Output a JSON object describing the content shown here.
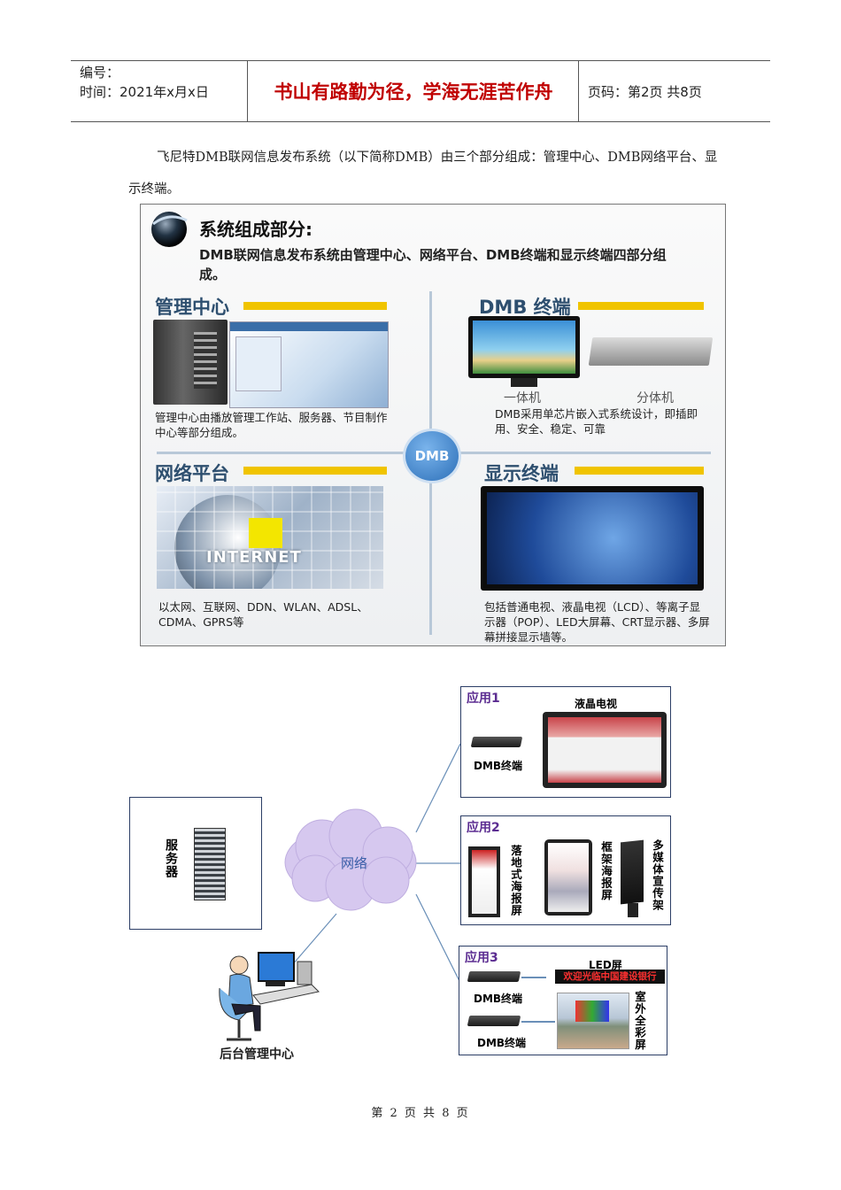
{
  "header": {
    "number_label": "编号：",
    "time_label": "时间：2021年x月x日",
    "motto": "书山有路勤为径，学海无涯苦作舟",
    "page_info": "页码：第2页  共8页"
  },
  "intro": "飞尼特DMB联网信息发布系统（以下简称DMB）由三个部分组成：管理中心、DMB网络平台、显示终端。",
  "figure1": {
    "title": "系统组成部分:",
    "subtitle": "DMB联网信息发布系统由管理中心、网络平台、DMB终端和显示终端四部分组成。",
    "center_badge": "DMB",
    "sections": {
      "mgmt": {
        "title": "管理中心",
        "caption": "管理中心由播放管理工作站、服务器、节目制作中心等部分组成。"
      },
      "terminal": {
        "title": "DMB 终端",
        "label_a": "一体机",
        "label_b": "分体机",
        "caption": "DMB采用单芯片嵌入式系统设计，即插即用、安全、稳定、可靠"
      },
      "network": {
        "title": "网络平台",
        "internet": "INTERNET",
        "caption": "以太网、互联网、DDN、WLAN、ADSL、CDMA、GPRS等"
      },
      "display": {
        "title": "显示终端",
        "caption": "包括普通电视、液晶电视（LCD）、等离子显示器（POP）、LED大屏幕、CRT显示器、多屏幕拼接显示墙等。"
      }
    }
  },
  "figure2": {
    "server": "服务器",
    "network": "网络",
    "backend": "后台管理中心",
    "app1": {
      "title": "应用1",
      "tv": "液晶电视",
      "dmb": "DMB终端"
    },
    "app2": {
      "title": "应用2",
      "floor": "落地式海报屏",
      "frame": "框架海报屏",
      "media": "多媒体宣传架"
    },
    "app3": {
      "title": "应用3",
      "led": "LED屏",
      "led_text": "欢迎光临中国建设银行",
      "dmb1": "DMB终端",
      "dmb2": "DMB终端",
      "outdoor": "室外全彩屏"
    }
  },
  "footer": "第 2 页 共 8 页",
  "colors": {
    "motto": "#c00000",
    "accent_bar": "#f0c400",
    "app_title": "#5b2c91"
  }
}
